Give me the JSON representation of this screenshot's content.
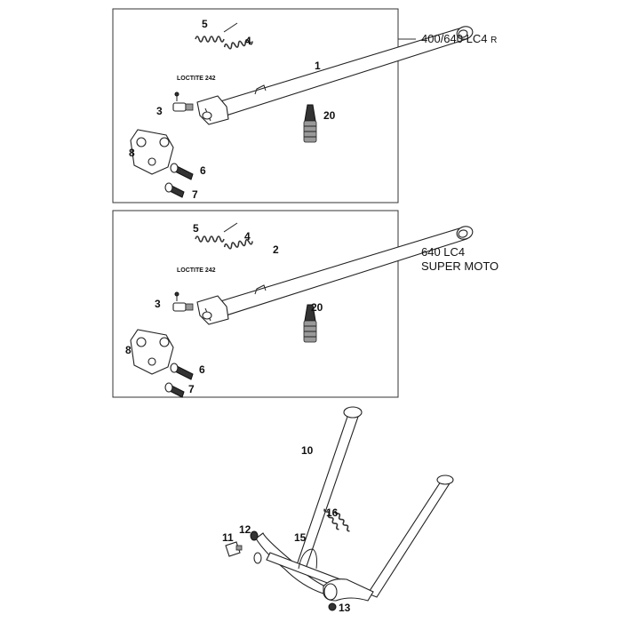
{
  "panels": [
    {
      "variant_line1": "400/640 LC4",
      "variant_suffix": "R",
      "variant_line2": "",
      "callouts": {
        "main": "1",
        "spring_a": "5",
        "spring_b": "4",
        "screw": "3",
        "bracket": "8",
        "bolt_a": "6",
        "bolt_b": "7",
        "tube": "20"
      },
      "note": "LOCTITE 242"
    },
    {
      "variant_line1": "640 LC4",
      "variant_suffix": "",
      "variant_line2": "SUPER MOTO",
      "callouts": {
        "main": "2",
        "spring_a": "5",
        "spring_b": "4",
        "screw": "3",
        "bracket": "8",
        "bolt_a": "6",
        "bolt_b": "7",
        "tube": "20"
      },
      "note": "LOCTITE 242"
    }
  ],
  "center_stand": {
    "callouts": {
      "stand": "10",
      "bump": "11",
      "washer": "12",
      "nut": "13",
      "bracket": "15",
      "springs": "16"
    }
  }
}
